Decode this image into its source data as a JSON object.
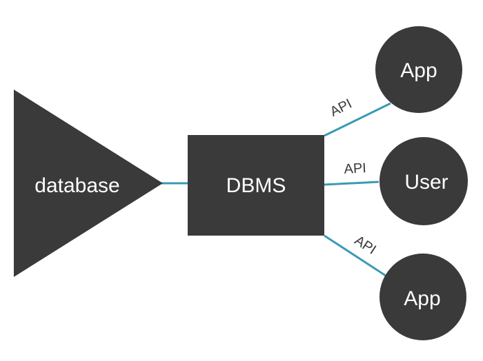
{
  "diagram": {
    "nodes": {
      "database": {
        "label": "database"
      },
      "dbms": {
        "label": "DBMS"
      },
      "app_top": {
        "label": "App"
      },
      "user": {
        "label": "User"
      },
      "app_bottom": {
        "label": "App"
      }
    },
    "edges": {
      "api_top": {
        "label": "API"
      },
      "api_middle": {
        "label": "API"
      },
      "api_bottom": {
        "label": "API"
      }
    },
    "colors": {
      "node_fill": "#3a3a3a",
      "connector": "#3a9ab4",
      "text_on_node": "#ffffff",
      "edge_label": "#3a3a3a"
    }
  }
}
